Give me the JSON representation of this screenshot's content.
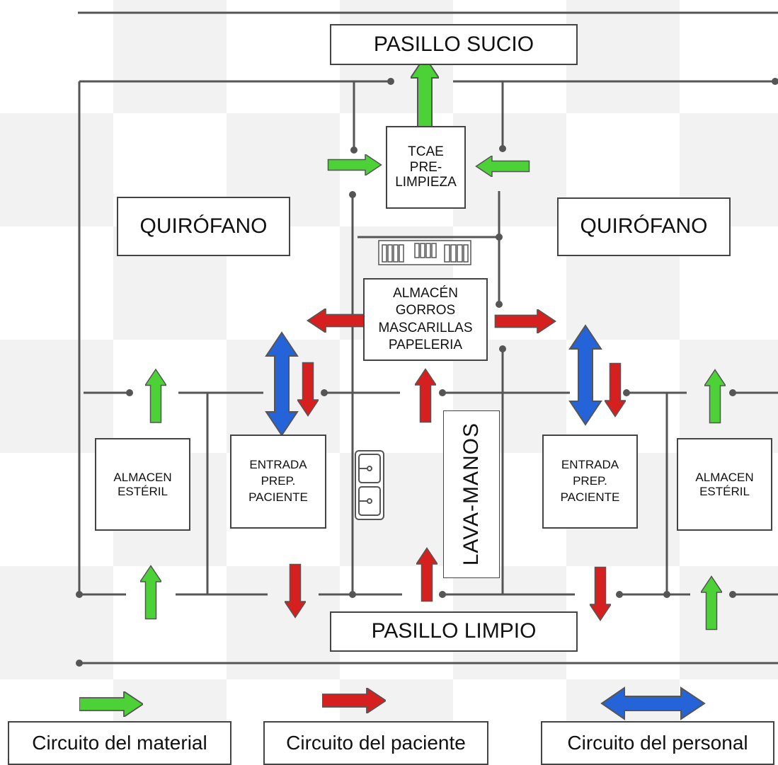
{
  "colors": {
    "material": "#4cd137",
    "patient": "#d62020",
    "personnel": "#2563d9",
    "line": "#555555"
  },
  "labels": {
    "pasillo_sucio": "PASILLO SUCIO",
    "pasillo_limpio": "PASILLO LIMPIO",
    "quirofano_left": "QUIRÓFANO",
    "quirofano_right": "QUIRÓFANO",
    "tcae": [
      "TCAE",
      "PRE-",
      "LIMPIEZA"
    ],
    "almacen_central": [
      "ALMACÉN",
      "GORROS",
      "MASCARILLAS",
      "PAPELERIA"
    ],
    "almacen_esteril_left": [
      "ALMACEN",
      "ESTÉRIL"
    ],
    "almacen_esteril_right": [
      "ALMACEN",
      "ESTÉRIL"
    ],
    "entrada_left": [
      "ENTRADA",
      "PREP.",
      "PACIENTE"
    ],
    "entrada_right": [
      "ENTRADA",
      "PREP.",
      "PACIENTE"
    ],
    "lava_manos": "LAVA-MANOS"
  },
  "legend": {
    "material": "Circuito del material",
    "paciente": "Circuito del paciente",
    "personal": "Circuito del personal"
  }
}
